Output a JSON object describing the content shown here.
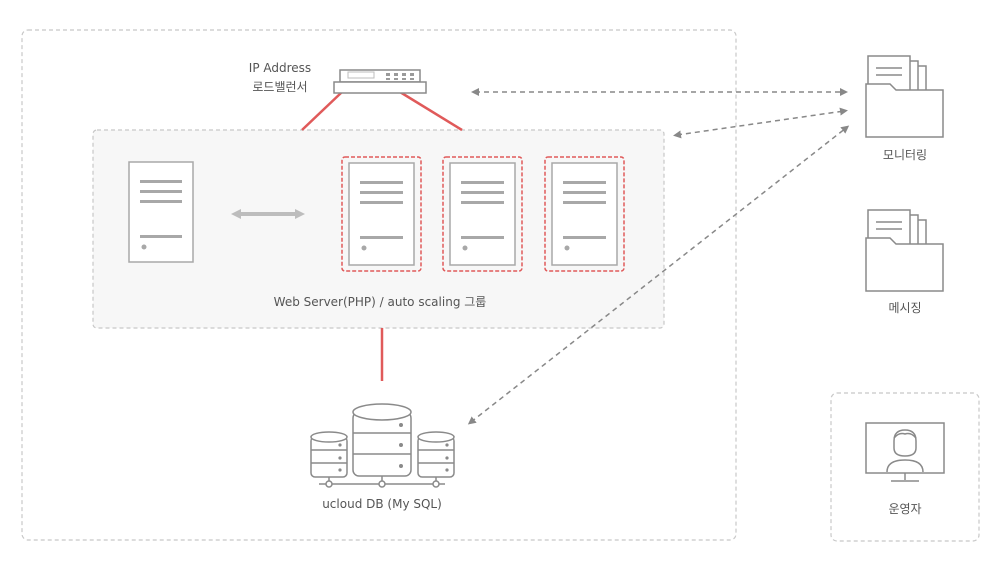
{
  "load_balancer": {
    "title": "IP Address",
    "subtitle": "로드밸런서",
    "icon": "network-switch-icon"
  },
  "web_group": {
    "label": "Web Server(PHP) / auto scaling 그룹",
    "standalone_server_icon": "server-icon",
    "scaled_server_count": 3,
    "scaled_highlight_color": "#e05a5a"
  },
  "database": {
    "label": "ucloud DB (My SQL)",
    "icon": "database-cluster-icon"
  },
  "side": {
    "monitoring": {
      "label": "모니터링",
      "icon": "folder-icon"
    },
    "messaging": {
      "label": "메시징",
      "icon": "folder-icon"
    },
    "operator": {
      "label": "운영자",
      "icon": "operator-monitor-icon"
    }
  },
  "colors": {
    "connector_red": "#e05a5a",
    "dashed_gray": "#888888",
    "border_gray": "#c8c8c8",
    "group_fill": "#f7f7f7"
  }
}
